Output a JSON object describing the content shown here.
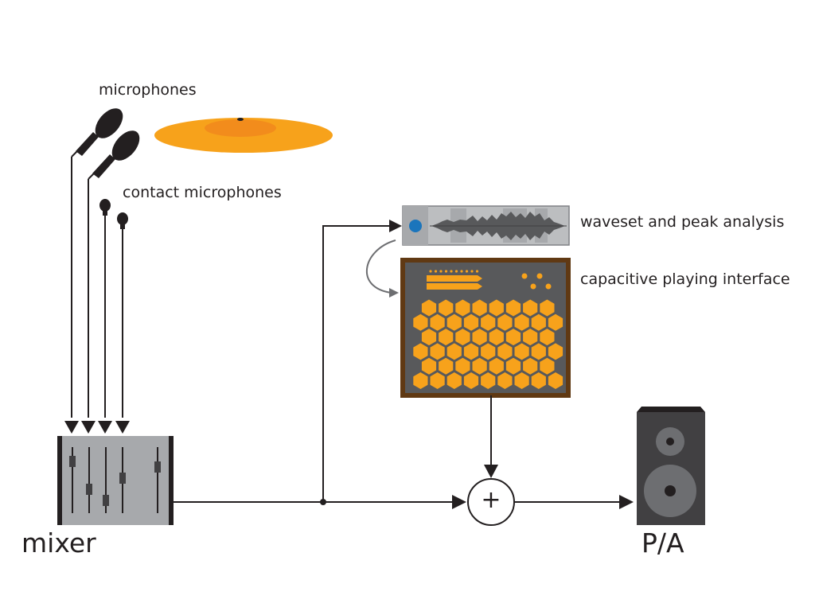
{
  "labels": {
    "microphones": "microphones",
    "contact_microphones": "contact microphones",
    "waveset": "waveset and peak analysis",
    "capacitive": "capacitive playing interface",
    "mixer": "mixer",
    "pa": "P/A",
    "sum_symbol": "+"
  },
  "colors": {
    "line": "#231f20",
    "orange": "#f7a21b",
    "orange_light": "#f9b04a",
    "orange_dark": "#f28c1c",
    "panel_gray": "#58595b",
    "panel_frame": "#5b3a1e",
    "mixer_gray": "#a7a9ac",
    "waveform_bg": "#a7a9ac",
    "blue_knob": "#1b75bc",
    "speaker_body": "#414042",
    "speaker_cone": "#6d6e71"
  },
  "icons": {
    "microphone": "microphone-icon",
    "contact_microphone": "contact-microphone-icon",
    "cymbal": "cymbal-icon",
    "mixer": "mixer-icon",
    "speaker": "speaker-icon",
    "waveform": "waveform-icon",
    "interface": "hex-pad-interface-icon"
  }
}
